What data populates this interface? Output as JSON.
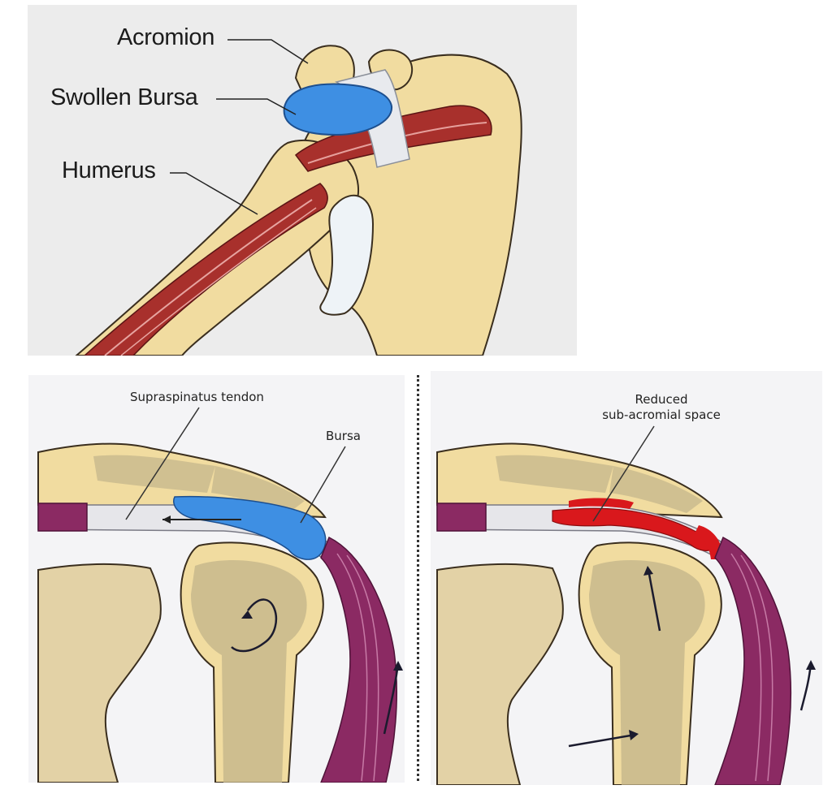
{
  "top_figure": {
    "labels": {
      "acromion": "Acromion",
      "swollen_bursa": "Swollen Bursa",
      "humerus": "Humerus"
    }
  },
  "bottom_left_figure": {
    "labels": {
      "supraspinatus_tendon": "Supraspinatus tendon",
      "bursa": "Bursa"
    }
  },
  "bottom_right_figure": {
    "labels": {
      "reduced_space_line1": "Reduced",
      "reduced_space_line2": "sub-acromial space"
    }
  },
  "colors": {
    "bone": "#f1dca0",
    "bone_outline": "#3a2e1e",
    "bursa": "#3e8fe3",
    "inflamed": "#d9181c",
    "muscle": "#9e2b2b",
    "deltoid": "#8b2a63",
    "tendon": "#e6e6ea",
    "cancellous": "#c2b48a"
  }
}
